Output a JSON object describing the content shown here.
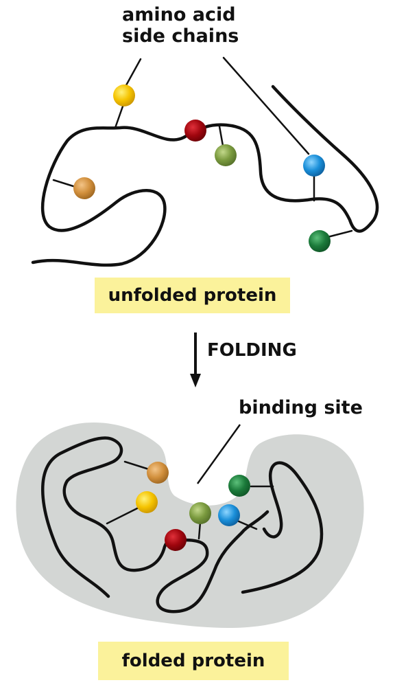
{
  "labels": {
    "side_chains_line1": "amino acid",
    "side_chains_line2": "side chains",
    "unfolded": "unfolded protein",
    "folding": "FOLDING",
    "binding_site": "binding site",
    "folded": "folded protein"
  },
  "colors": {
    "chain": "#111111",
    "label_box": "#fbf29b",
    "folded_background": "#d3d6d4",
    "yellow_side_chain": "#f5c300",
    "red_side_chain": "#a0060e",
    "light_green_side_chain": "#7a9a3e",
    "blue_side_chain": "#1a8fd9",
    "dark_green_side_chain": "#1b7a3a",
    "orange_side_chain": "#d18f3c"
  }
}
